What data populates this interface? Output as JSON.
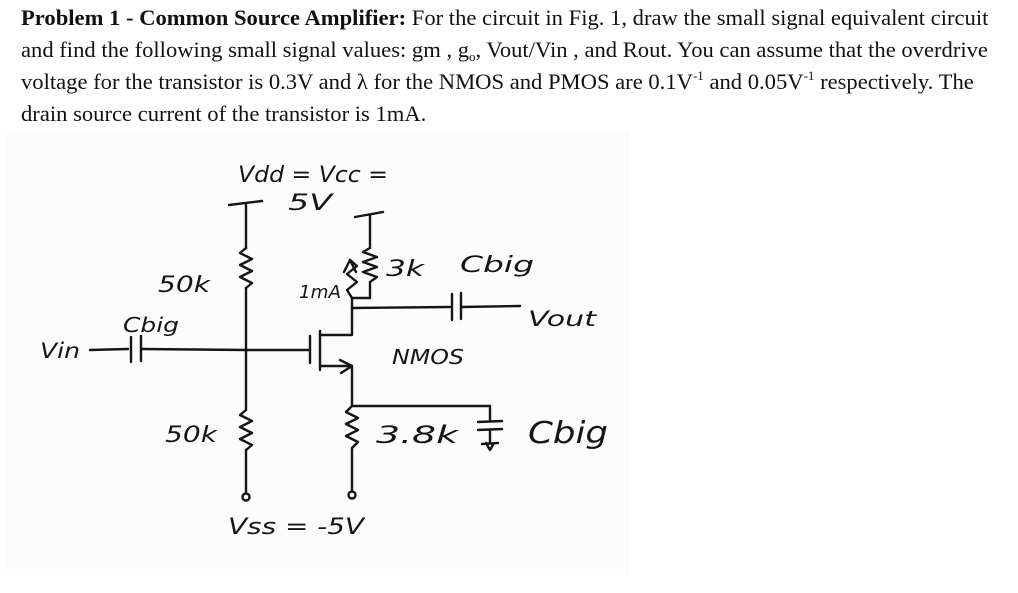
{
  "problem": {
    "title": "Problem 1 - ",
    "topic": "Common Source Amplifier:",
    "text_1": " For the circuit in Fig. 1, draw the small signal equivalent circuit and find the following small signal values: gm , g",
    "go_sub": "o",
    "text_2": ", Vout/Vin , and Rout. You can assume that the overdrive voltage for the transistor is 0.3V and λ for the NMOS and PMOS are 0.1V",
    "exp_1": "-1",
    "text_3": " and 0.05V",
    "exp_2": "-1",
    "text_4": " respectively. The drain source current of the transistor is 1mA."
  },
  "figure": {
    "vdd_label": "Vdd = Vcc =",
    "vdd_value": "5V",
    "r_top_left": "50k",
    "c_in_label": "Cbig",
    "vin_label": "Vin",
    "current_source": "1mA",
    "r_drain": "3k",
    "c_out_label": "Cbig",
    "vout_label": "Vout",
    "transistor_label": "NMOS",
    "r_bottom_left": "50k",
    "r_source": "3.8k",
    "c_bypass_label": "Cbig",
    "vss_label": "Vss = -5V"
  }
}
